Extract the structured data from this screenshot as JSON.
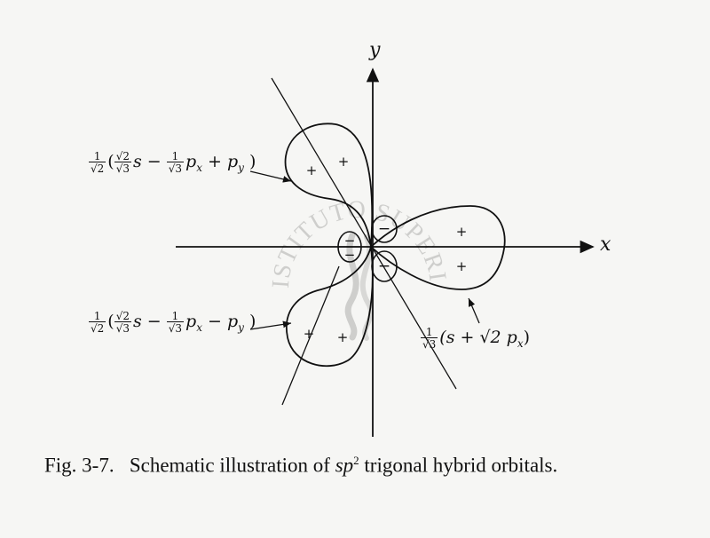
{
  "axes": {
    "x_label": "x",
    "y_label": "y"
  },
  "lobes": {
    "upper_left": {
      "signs": [
        "+",
        "+"
      ],
      "formula": {
        "coef_num": "1",
        "coef_den": "√2",
        "open": "(",
        "sqrt_num": "√2",
        "sqrt_den": "√3",
        "s": "s −",
        "px_coef_num": "1",
        "px_coef_den": "√3",
        "p": "p",
        "px_sub": "x",
        "plus_py": "+ p",
        "py_sub": "y",
        "close": ")"
      }
    },
    "lower_left": {
      "signs": [
        "+",
        "+"
      ],
      "formula": {
        "coef_num": "1",
        "coef_den": "√2",
        "open": "(",
        "sqrt_num": "√2",
        "sqrt_den": "√3",
        "s": "s −",
        "px_coef_num": "1",
        "px_coef_den": "√3",
        "p": "p",
        "px_sub": "x",
        "minus_py": "− p",
        "py_sub": "y",
        "close": ")"
      }
    },
    "right": {
      "signs": [
        "+",
        "+"
      ],
      "formula": {
        "coef_num": "1",
        "coef_den": "√3",
        "body": "(s + √2 p",
        "sub": "x",
        "close": ")"
      }
    },
    "small_lobes": {
      "signs": [
        "−",
        "−",
        "−",
        "−"
      ]
    }
  },
  "caption": {
    "prefix": "Fig. 3-7.   Schematic illustration of ",
    "sp": "sp",
    "sup": "2",
    "suffix": " trigonal hybrid orbitals."
  },
  "watermark": {
    "text": "ISTITUTO SUPERIORE DI SANITÀ"
  }
}
